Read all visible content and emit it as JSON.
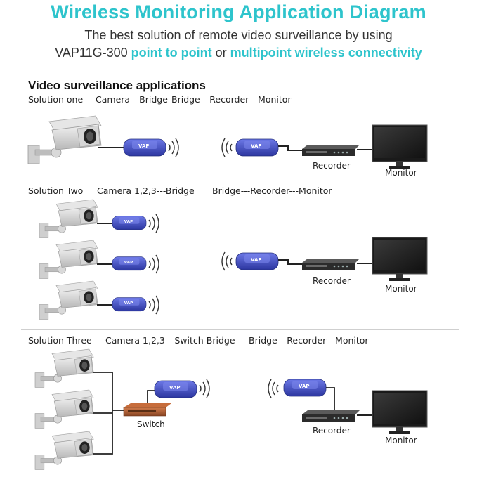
{
  "header": {
    "title": "Wireless Monitoring Application Diagram",
    "subtitle_line1": "The best solution of remote video surveillance by using",
    "subtitle_product": "VAP11G-300",
    "subtitle_ptp": "point to point",
    "subtitle_or": "or",
    "subtitle_mp": "multipoint wireless connectivity"
  },
  "section_title": "Video surveillance applications",
  "solutions": [
    {
      "name": "Solution one",
      "camera_side": "Camera---Bridge",
      "recorder_side": "Bridge---Recorder---Monitor"
    },
    {
      "name": "Solution Two",
      "camera_side": "Camera 1,2,3---Bridge",
      "recorder_side": "Bridge---Recorder---Monitor"
    },
    {
      "name": "Solution Three",
      "camera_side": "Camera 1,2,3---Switch-Bridge",
      "recorder_side": "Bridge---Recorder---Monitor"
    }
  ],
  "devices": {
    "recorder": "Recorder",
    "monitor": "Monitor",
    "switch": "Switch",
    "bridge_logo": "VAP"
  },
  "colors": {
    "accent": "#2ec4cc",
    "bridge": "#3b46b8",
    "camera": "#c9c9c9"
  }
}
